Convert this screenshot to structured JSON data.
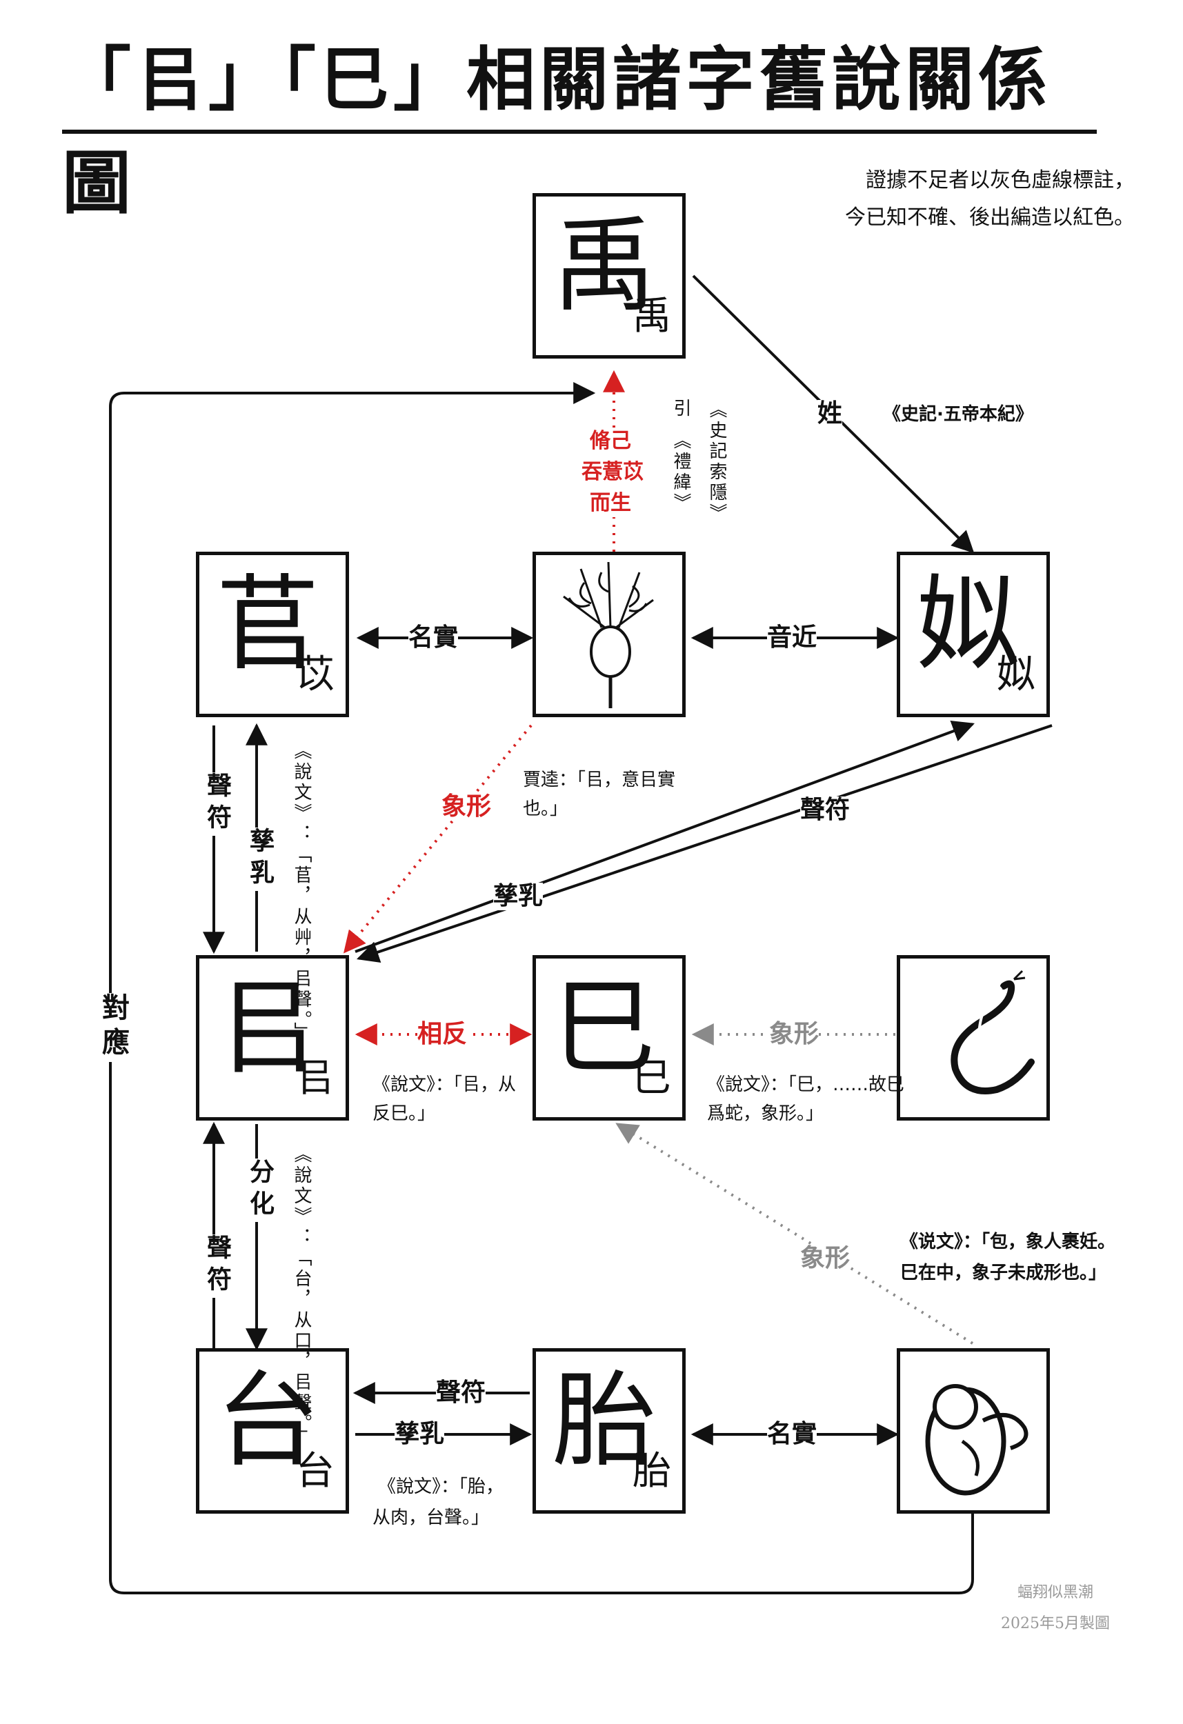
{
  "title": "「㠯」「巳」相關諸字舊說關係圖",
  "legend": {
    "line1": "證據不足者以灰色虛線標註，",
    "line2": "今已知不確、後出編造以紅色。"
  },
  "colors": {
    "red": "#d62121",
    "gray": "#8a8a8a",
    "black": "#111111"
  },
  "nodes": {
    "yu": {
      "seal": "禹",
      "kai": "禹"
    },
    "ci": {
      "seal": "苢",
      "kai": "苡"
    },
    "yiyi": {
      "seal": "",
      "kai": "",
      "icon": "coix-plant-illustration"
    },
    "si": {
      "seal": "姒",
      "kai": "姒"
    },
    "yi": {
      "seal": "㠯",
      "kai": "㠯"
    },
    "si6": {
      "seal": "巳",
      "kai": "巳"
    },
    "snake": {
      "seal": "",
      "kai": "",
      "icon": "snake-illustration"
    },
    "tai": {
      "seal": "台",
      "kai": "台"
    },
    "tai2": {
      "seal": "胎",
      "kai": "胎"
    },
    "fetus": {
      "seal": "",
      "kai": "",
      "icon": "fetus-illustration"
    }
  },
  "labels": {
    "xing": "姓",
    "shiji": "《史記·五帝本紀》",
    "legend_red_1": "脩己",
    "legend_red_2": "吞薏苡",
    "legend_red_3": "而生",
    "yin": "引",
    "liwei": "《禮緯》",
    "shiji_suoyin": "《史記索隱》",
    "mingshi_1": "名實",
    "yinjin": "音近",
    "shengfu_1": "聲符",
    "ziru_1": "孳乳",
    "shengfu_2": "聲符",
    "ziru_2": "孳乳",
    "xiangxing_red": "象形",
    "jiakui": "賈逵：「㠯，意㠯實也。」",
    "shuowen_ci": "《說文》：「苢，从艸，㠯聲。」",
    "xiangfan": "相反",
    "shuowen_yi": "《說文》：「㠯，从反巳。」",
    "xiangxing_gray_1": "象形",
    "shuowen_si": "《說文》：「巳，……故巳爲蛇，象形。」",
    "duiying": "對應",
    "fenhua": "分化",
    "shengfu_3": "聲符",
    "shuowen_tai": "《說文》：「台，从口，㠯聲。」",
    "xiangxing_gray_2": "象形",
    "shuowen_bao_1": "《说文》：「包，象人裹妊。",
    "shuowen_bao_2": "巳在中，象子未成形也。」",
    "shengfu_4": "聲符",
    "ziru_3": "孳乳",
    "shuowen_tai2_1": "《說文》：「胎，",
    "shuowen_tai2_2": "从肉，台聲。」",
    "mingshi_2": "名實"
  },
  "signature": {
    "line1": "蝠翔似黑潮",
    "line2": "2025年5月製圖"
  }
}
